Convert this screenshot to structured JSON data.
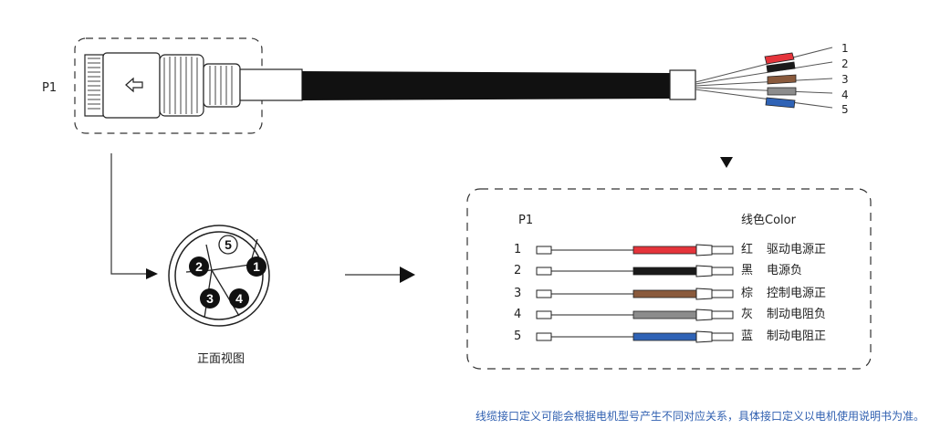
{
  "connector": {
    "label": "P1",
    "front_view_caption": "正面视图",
    "pins": [
      "1",
      "2",
      "3",
      "4",
      "5"
    ]
  },
  "cable": {
    "wire_numbers": [
      "1",
      "2",
      "3",
      "4",
      "5"
    ]
  },
  "table": {
    "header_left": "P1",
    "header_right": "线色Color",
    "rows": [
      {
        "num": "1",
        "color_name": "红",
        "function": "驱动电源正",
        "color": "#e5343b"
      },
      {
        "num": "2",
        "color_name": "黑",
        "function": "电源负",
        "color": "#1a1a1a"
      },
      {
        "num": "3",
        "color_name": "棕",
        "function": "控制电源正",
        "color": "#8a5a3c"
      },
      {
        "num": "4",
        "color_name": "灰",
        "function": "制动电阻负",
        "color": "#8c8c8c"
      },
      {
        "num": "5",
        "color_name": "蓝",
        "function": "制动电阻正",
        "color": "#2f63b6"
      }
    ]
  },
  "footnote": "线缆接口定义可能会根据电机型号产生不同对应关系，具体接口定义以电机使用说明书为准。"
}
